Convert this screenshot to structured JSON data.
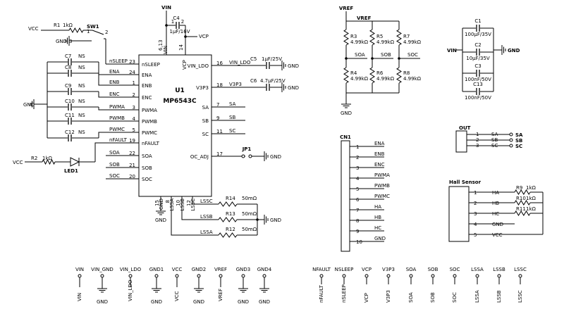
{
  "u1": {
    "ref": "U1",
    "part": "MP6543C"
  },
  "u1_left_pins": [
    {
      "name": "nSLEEP",
      "num": "23"
    },
    {
      "name": "ENA",
      "num": "24"
    },
    {
      "name": "ENB",
      "num": "1"
    },
    {
      "name": "ENC",
      "num": "2"
    },
    {
      "name": "PWMA",
      "num": "3"
    },
    {
      "name": "PWMB",
      "num": "4"
    },
    {
      "name": "PWMC",
      "num": "5"
    },
    {
      "name": "nFAULT",
      "num": "19"
    },
    {
      "name": "SOA",
      "num": "22"
    },
    {
      "name": "SOB",
      "num": "21"
    },
    {
      "name": "SOC",
      "num": "20"
    }
  ],
  "u1_right_pins": [
    {
      "name": "VIN_LDO",
      "num": "16"
    },
    {
      "name": "V3P3",
      "num": "18"
    },
    {
      "name": "SA",
      "num": "7"
    },
    {
      "name": "SB",
      "num": "9"
    },
    {
      "name": "SC",
      "num": "11"
    },
    {
      "name": "OC_ADJ",
      "num": "17"
    }
  ],
  "u1_top_pins": [
    {
      "name": "VIN",
      "num": "6,13"
    },
    {
      "name": "VCP",
      "num": "14"
    }
  ],
  "u1_bottom_pins": [
    {
      "name": "GND",
      "num": "15"
    },
    {
      "name": "LSSA",
      "num": "8"
    },
    {
      "name": "LSSB",
      "num": "10"
    },
    {
      "name": "LSSC",
      "num": "12"
    }
  ],
  "u1_left_nets": [
    "",
    "ENA",
    "ENB",
    "ENC",
    "PWMA",
    "PWMB",
    "PWMC",
    "nFAULT",
    "SOA",
    "SOB",
    "SOC"
  ],
  "u1_right_nets": [
    "VIN_LDO",
    "V3P3",
    "SA",
    "SB",
    "SC",
    ""
  ],
  "filter_caps": [
    {
      "ref": "C7",
      "val": "NS"
    },
    {
      "ref": "C8",
      "val": "NS"
    },
    {
      "ref": "C9",
      "val": "NS"
    },
    {
      "ref": "C10",
      "val": "NS"
    },
    {
      "ref": "C11",
      "val": "NS"
    },
    {
      "ref": "C12",
      "val": "NS"
    }
  ],
  "r1": {
    "ref": "R1",
    "val": "1kΩ",
    "net": "VCC"
  },
  "sw1": {
    "ref": "SW1",
    "pins": [
      "1",
      "2",
      "3"
    ]
  },
  "r2": {
    "ref": "R2",
    "val": "1kΩ",
    "net": "VCC"
  },
  "led1": {
    "ref": "LED1"
  },
  "c4": {
    "ref": "C4",
    "val": "1μF/16V",
    "pin1": "1",
    "pin2": "2"
  },
  "c5": {
    "ref": "C5",
    "val": "1μF/25V"
  },
  "c6": {
    "ref": "C6",
    "val": "4.7μF/25V"
  },
  "jp1": {
    "ref": "JP1"
  },
  "shunts": [
    {
      "ref": "R14",
      "val": "50mΩ",
      "net": "LSSC"
    },
    {
      "ref": "R13",
      "val": "50mΩ",
      "net": "LSSB"
    },
    {
      "ref": "R12",
      "val": "50mΩ",
      "net": "LSSA"
    }
  ],
  "vref": {
    "net": "VREF",
    "net2": "VREF"
  },
  "divider": [
    {
      "top": {
        "ref": "R3",
        "val": "4.99kΩ"
      },
      "bot": {
        "ref": "R4",
        "val": "4.99kΩ"
      },
      "mid": "SOA"
    },
    {
      "top": {
        "ref": "R5",
        "val": "4.99kΩ"
      },
      "bot": {
        "ref": "R6",
        "val": "4.99kΩ"
      },
      "mid": "SOB"
    },
    {
      "top": {
        "ref": "R7",
        "val": "4.99kΩ"
      },
      "bot": {
        "ref": "R8",
        "val": "4.99kΩ"
      },
      "mid": "SOC"
    }
  ],
  "bulk_caps": [
    {
      "ref": "C1",
      "val": "100μF/35V"
    },
    {
      "ref": "C2",
      "val": "10μF/35V"
    },
    {
      "ref": "C3",
      "val": "100nF/50V"
    },
    {
      "ref": "C13",
      "val": "100nF/50V"
    }
  ],
  "bulk_vin": "VIN",
  "cn1": {
    "ref": "CN1",
    "pins": [
      {
        "num": "1",
        "net": "ENA"
      },
      {
        "num": "2",
        "net": "ENB"
      },
      {
        "num": "3",
        "net": "ENC"
      },
      {
        "num": "4",
        "net": "PWMA"
      },
      {
        "num": "5",
        "net": "PWMB"
      },
      {
        "num": "6",
        "net": "PWMC"
      },
      {
        "num": "7",
        "net": "HA"
      },
      {
        "num": "8",
        "net": "HB"
      },
      {
        "num": "9",
        "net": "HC"
      },
      {
        "num": "10",
        "net": "GND"
      }
    ]
  },
  "out": {
    "title": "OUT",
    "pins": [
      {
        "num": "1",
        "net": "SA",
        "label": "SA"
      },
      {
        "num": "2",
        "net": "SB",
        "label": "SB"
      },
      {
        "num": "3",
        "net": "SC",
        "label": "SC"
      }
    ]
  },
  "hall": {
    "title": "Hall Sensor",
    "pins": [
      {
        "num": "1",
        "net": "HA"
      },
      {
        "num": "2",
        "net": "HB"
      },
      {
        "num": "3",
        "net": "HC"
      },
      {
        "num": "4",
        "net": "GND"
      },
      {
        "num": "5",
        "net": "VCC"
      }
    ],
    "resistors": [
      {
        "ref": "R9",
        "val": "1kΩ"
      },
      {
        "ref": "R10",
        "val": "1kΩ"
      },
      {
        "ref": "R11",
        "val": "1kΩ"
      }
    ]
  },
  "tp_power": [
    {
      "label": "VIN",
      "net": "VIN"
    },
    {
      "label": "VIN_GND",
      "net": "GND"
    },
    {
      "label": "VIN_LDO",
      "net": "VIN_LDO"
    },
    {
      "label": "GND1",
      "net": "GND"
    },
    {
      "label": "VCC",
      "net": "VCC"
    },
    {
      "label": "GND2",
      "net": "GND"
    },
    {
      "label": "VREF",
      "net": "VREF"
    },
    {
      "label": "GND3",
      "net": "GND"
    },
    {
      "label": "GND4",
      "net": "GND"
    }
  ],
  "tp_signal": [
    {
      "label": "NFAULT",
      "net": "nFAULT"
    },
    {
      "label": "NSLEEP",
      "net": "nSLEEP"
    },
    {
      "label": "VCP",
      "net": "VCP"
    },
    {
      "label": "V3P3",
      "net": "V3P3"
    },
    {
      "label": "SOA",
      "net": "SOA"
    },
    {
      "label": "SOB",
      "net": "SOB"
    },
    {
      "label": "SOC",
      "net": "SOC"
    },
    {
      "label": "LSSA",
      "net": "LSSA"
    },
    {
      "label": "LSSB",
      "net": "LSSB"
    },
    {
      "label": "LSSC",
      "net": "LSSC"
    }
  ],
  "nets": {
    "gnd": "GND",
    "vin": "VIN",
    "vcp": "VCP",
    "nsleep": "nSLEEP"
  }
}
